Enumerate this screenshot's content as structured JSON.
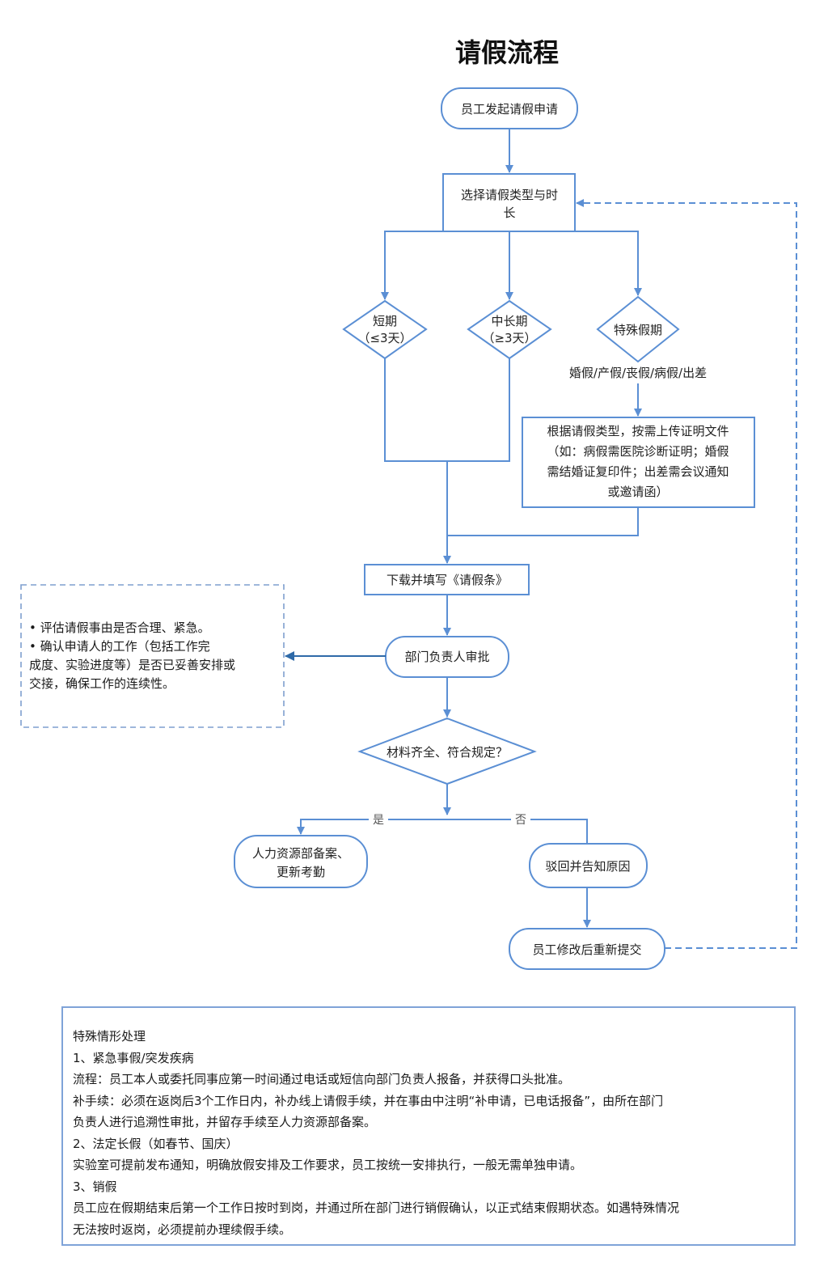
{
  "title": "请假流程",
  "colors": {
    "line": "#5b8fd4",
    "dashed_border": "#7f9fcf",
    "note_border": "#7fa3d8",
    "text": "#1a1a1a"
  },
  "nodes": {
    "start": "员工发起请假申请",
    "select_type": [
      "选择请假类型与时",
      "长"
    ],
    "short_term": [
      "短期",
      "（≤3天）"
    ],
    "mid_long_term": [
      "中长期",
      "（≥3天）"
    ],
    "special_leave": "特殊假期",
    "special_types": "婚假/产假/丧假/病假/出差",
    "upload_docs": [
      "根据请假类型，按需上传证明文件",
      "（如：病假需医院诊断证明；婚假",
      "需结婚证复印件；出差需会议通知",
      "或邀请函）"
    ],
    "fill_form": "下载并填写《请假条》",
    "dept_approval": "部门负责人审批",
    "check": "材料齐全、符合规定？",
    "yes_label": "是",
    "no_label": "否",
    "hr_record": [
      "人力资源部备案、",
      "更新考勤"
    ],
    "reject": "驳回并告知原因",
    "resubmit": "员工修改后重新提交"
  },
  "approval_notes": [
    "•  评估请假事由是否合理、紧急。",
    "•  确认申请人的工作（包括工作完",
    "成度、实验进度等）是否已妥善安排或",
    "交接，确保工作的连续性。"
  ],
  "special_cases": [
    "特殊情形处理",
    "1、紧急事假/突发疾病",
    "流程：员工本人或委托同事应第一时间通过电话或短信向部门负责人报备，并获得口头批准。",
    "补手续：必须在返岗后3个工作日内，补办线上请假手续，并在事由中注明“补申请，已电话报备”，由所在部门",
    "负责人进行追溯性审批，并留存手续至人力资源部备案。",
    "2、法定长假（如春节、国庆）",
    "实验室可提前发布通知，明确放假安排及工作要求，员工按统一安排执行，一般无需单独申请。",
    "3、销假",
    "员工应在假期结束后第一个工作日按时到岗，并通过所在部门进行销假确认，以正式结束假期状态。如遇特殊情况",
    "无法按时返岗，必须提前办理续假手续。"
  ]
}
